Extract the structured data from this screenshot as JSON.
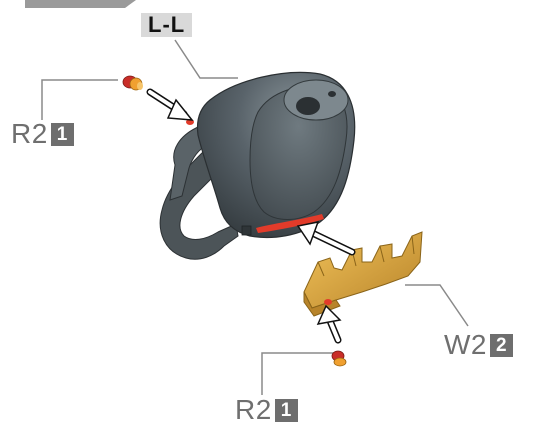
{
  "section_label": "L-L",
  "callouts": {
    "r2_upper": {
      "text": "R2",
      "badge": "1"
    },
    "w2": {
      "text": "W2",
      "badge": "2"
    },
    "r2_lower": {
      "text": "R2",
      "badge": "1"
    }
  },
  "colors": {
    "housing": "#4a5256",
    "housing_light": "#6c767b",
    "comb": "#e0a93a",
    "comb_dark": "#b9842a",
    "seal": "#e23b2a",
    "plug_red": "#c92d28",
    "plug_orange": "#f0a030",
    "leader": "#8a8a8a",
    "badge": "#6e6e6e"
  }
}
